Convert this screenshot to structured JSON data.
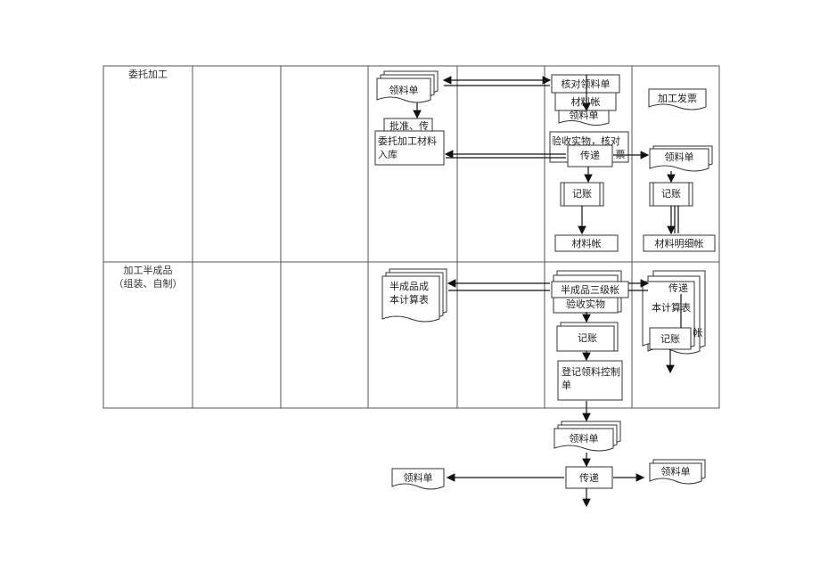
{
  "lanes": [
    {
      "label": "委托加工"
    },
    {
      "label_line1": "加工半成品",
      "label_line2": "（组装、自制）"
    }
  ],
  "lane1": {
    "doc_lingliao": "领料单",
    "doc_pizhun": "批准、传",
    "box_weituo": "委托加工材料入库",
    "box_hedui": "核对领料单",
    "doc_cailiaozhang_top": "材料帐",
    "doc_lingliao_stack": "领料单",
    "box_yanshou": "验收实物，核对",
    "box_yanshou_tail": "票",
    "box_chuandi": "传递",
    "doc_jiagong_fapiao": "加工发票",
    "doc_lingliao_right": "领料单",
    "box_jizhang_c5": "记账",
    "box_jizhang_c6": "记账",
    "doc_cailiaozhang": "材料帐",
    "doc_cailiao_mingxi": "材料明细帐"
  },
  "lane2": {
    "doc_banchengpin_chengben": "半成品成本计算表",
    "doc_banchengpin_sanji": "半成品三级帐",
    "doc_yanshou_shiwu": "验收实物",
    "doc_chuandi": "传递",
    "doc_benjisuan": "本计算表",
    "doc_zhang_tail": "帐",
    "box_jizhang_c5": "记账",
    "box_jizhang_c6": "记账",
    "box_dengji": "登记领料控制单"
  },
  "below": {
    "doc_lingliao_mid": "领料单",
    "box_chuandi": "传递",
    "doc_lingliao_left": "领料单",
    "doc_lingliao_right": "领料单"
  }
}
